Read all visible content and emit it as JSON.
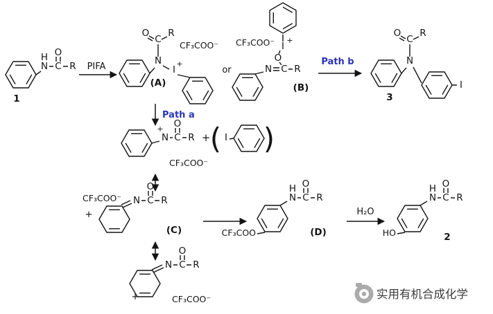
{
  "atoms": {
    "N": "N",
    "H": "H",
    "O": "O",
    "C": "C",
    "R": "R",
    "I": "I",
    "HO": "HO"
  },
  "charges": {
    "plus": "+"
  },
  "ions": {
    "cf3coo_anion": "CF₃COO⁻",
    "cf3coo": "CF₃COO"
  },
  "reagents": {
    "pifa": "PIFA",
    "water": "H₂O"
  },
  "connectors": {
    "or": "or",
    "plus": "+"
  },
  "paths": {
    "path_a": "Path a",
    "path_b": "Path b"
  },
  "compound_labels": {
    "c1": "1",
    "cA": "(A)",
    "cB": "(B)",
    "c3": "3",
    "cC": "(C)",
    "cD": "(D)",
    "c2": "2"
  },
  "punctuation": {
    "open_paren": "(",
    "close_paren": ")"
  },
  "watermark": {
    "text": "实用有机合成化学"
  },
  "colors": {
    "structure": "#141414",
    "path_label": "#2a35b8",
    "watermark_text": "#3d3d3d"
  }
}
